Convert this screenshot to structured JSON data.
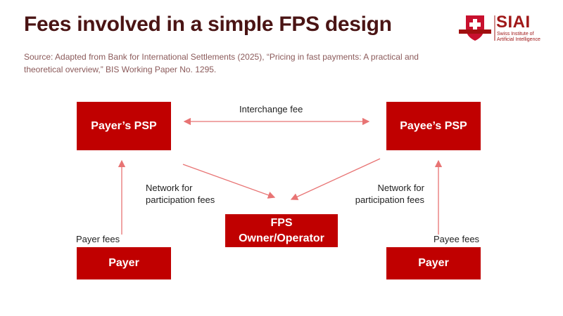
{
  "title": "Fees involved in a simple FPS design",
  "source": "Source: Adapted from Bank for International Settlements (2025), “Pricing in fast payments: A practical and theoretical overview,” BIS Working Paper No. 1295.",
  "logo": {
    "name": "SIAI",
    "subtitle_line1": "Swiss Institute of",
    "subtitle_line2": "Artificial Intelligence"
  },
  "nodes": {
    "payer_psp": "Payer’s PSP",
    "payee_psp": "Payee’s PSP",
    "fps_line1": "FPS",
    "fps_line2": "Owner/Operator",
    "payer": "Payer",
    "payee": "Payer"
  },
  "edges": {
    "interchange": "Interchange fee",
    "network_left_1": "Network for",
    "network_left_2": "participation fees",
    "network_right_1": "Network for",
    "network_right_2": "participation fees",
    "payer_fees": "Payer fees",
    "payee_fees": "Payee fees"
  },
  "colors": {
    "box": "#c00000",
    "arrow": "#e87474",
    "title": "#4a1414"
  }
}
